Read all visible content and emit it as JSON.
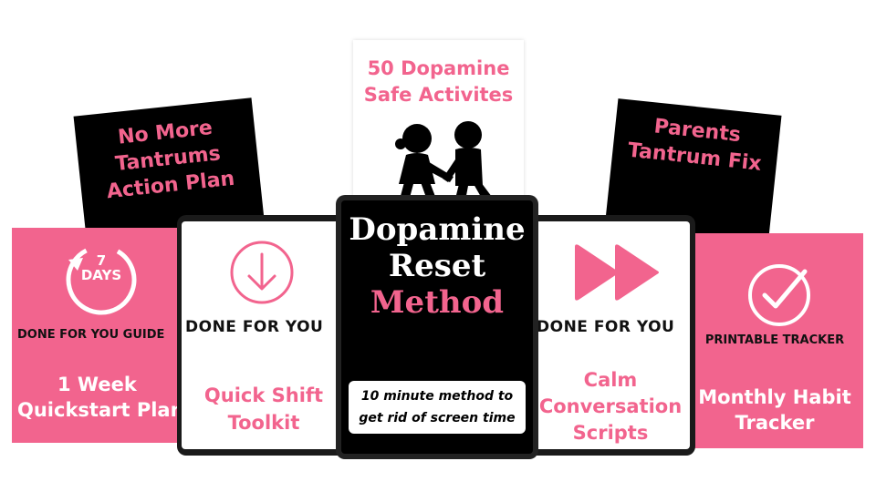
{
  "top_card": {
    "line1": "50 Dopamine",
    "line2": "Safe Activites"
  },
  "left_black_card": {
    "line1": "No More",
    "line2": "Tantrums",
    "line3": "Action Plan"
  },
  "right_black_card": {
    "line1": "Parents",
    "line2": "Tantrum Fix"
  },
  "center_tablet": {
    "line1": "Dopamine",
    "line2": "Reset",
    "line3": "Method",
    "caption1": "10 minute method to",
    "caption2": "get rid of screen time"
  },
  "left_tablet": {
    "label": "DONE FOR YOU",
    "line1": "Quick Shift",
    "line2": "Toolkit"
  },
  "right_tablet": {
    "label": "DONE FOR YOU",
    "line1": "Calm",
    "line2": "Conversation",
    "line3": "Scripts"
  },
  "left_pink_card": {
    "badge1": "7",
    "badge2": "DAYS",
    "label": "DONE FOR YOU GUIDE",
    "line1": "1 Week",
    "line2": "Quickstart Plan"
  },
  "right_pink_card": {
    "label": "PRINTABLE TRACKER",
    "line1": "Monthly Habit",
    "line2": "Tracker"
  },
  "colors": {
    "accent": "#f2648e",
    "dark": "#000000"
  }
}
